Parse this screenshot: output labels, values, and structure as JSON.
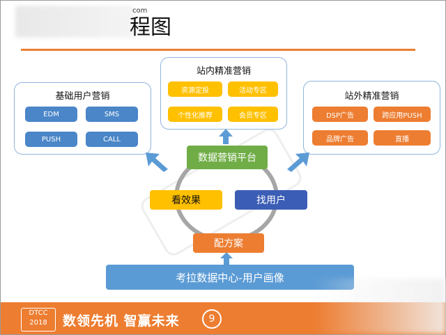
{
  "header": {
    "title_char": "程图",
    "title_note": "com"
  },
  "boxes": {
    "basic": {
      "title": "基础用户营销",
      "buttons": [
        "EDM",
        "SMS",
        "PUSH",
        "CALL"
      ]
    },
    "inner": {
      "title": "站内精准营销",
      "buttons": [
        "资源定投",
        "活动专区",
        "个性化推荐",
        "会员专区"
      ]
    },
    "outer": {
      "title": "站外精准营销",
      "buttons": [
        "DSP广告",
        "跨应用PUSH",
        "品牌广告",
        "直播"
      ]
    }
  },
  "cycle": {
    "platform": "数据营销平台",
    "effect": "看效果",
    "find_user": "找用户",
    "plan": "配方案",
    "data_center": "考拉数据中心-用户画像"
  },
  "footer": {
    "logo_top": "DTCC",
    "logo_year": "2018",
    "slogan": "数领先机 智赢未来",
    "badge": "9"
  },
  "colors": {
    "blue": "#4a86c8",
    "yellow": "#ffc000",
    "orange": "#ed7d31",
    "green": "#70ad47",
    "navy": "#3c5db5"
  }
}
